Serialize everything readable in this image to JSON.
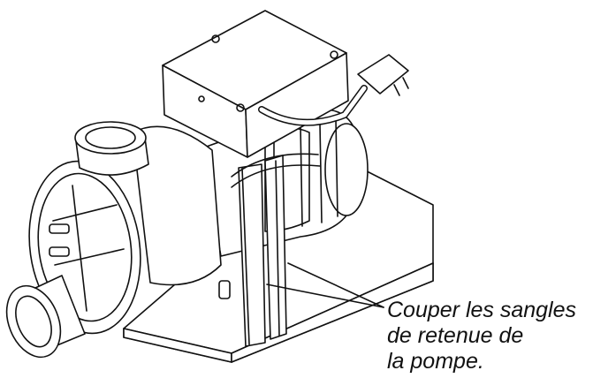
{
  "callout": {
    "lines": [
      "Couper les sangles",
      "de retenue de",
      "la pompe."
    ]
  },
  "colors": {
    "ink": "#111111",
    "paper": "#ffffff"
  }
}
